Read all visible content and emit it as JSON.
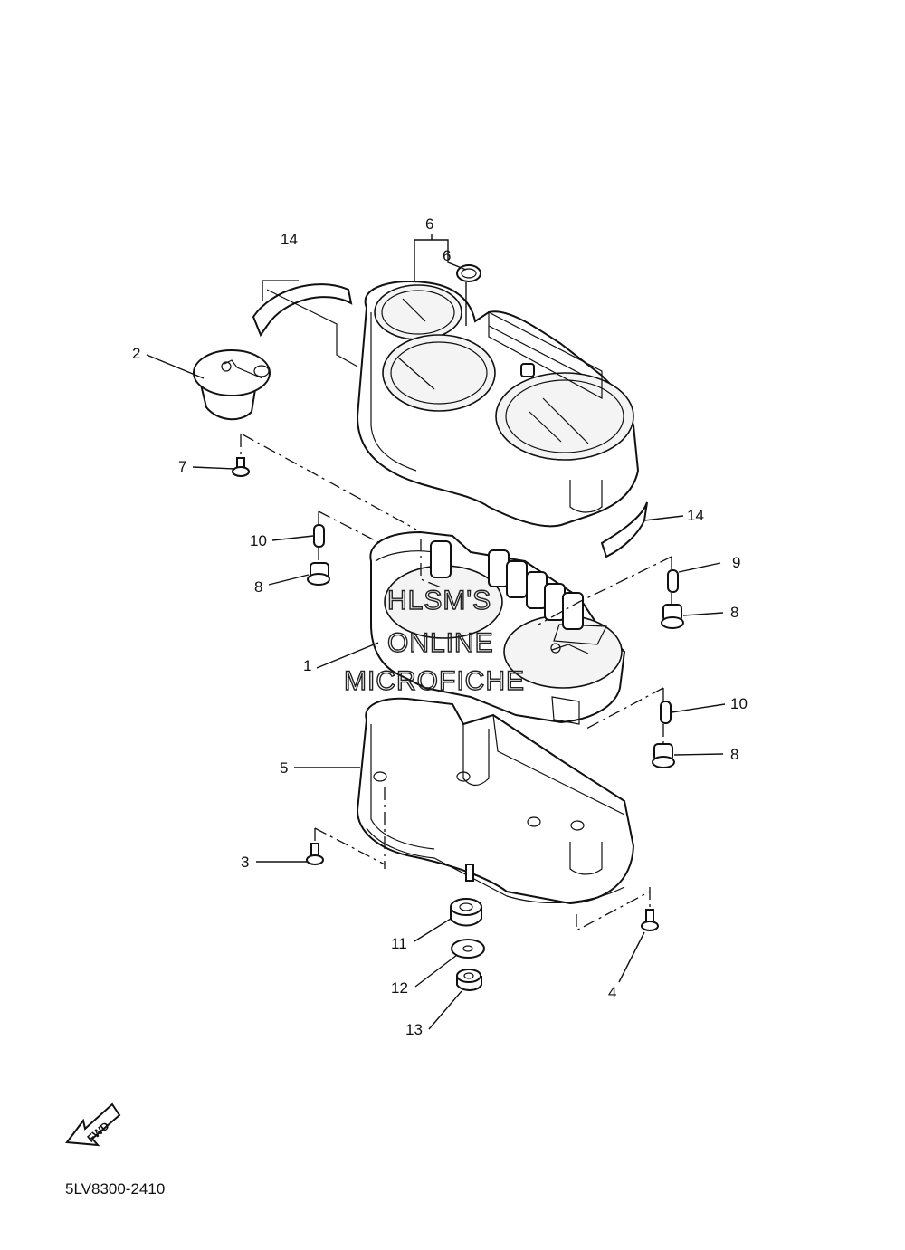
{
  "part_code": "5LV8300-2410",
  "fwd_label": "FWD",
  "watermark": [
    "HLSM'S",
    "ONLINE",
    "MICROFICHE"
  ],
  "callouts": [
    "1",
    "2",
    "3",
    "4",
    "5",
    "6",
    "6",
    "7",
    "8",
    "8",
    "8",
    "9",
    "10",
    "10",
    "11",
    "12",
    "13",
    "14",
    "14"
  ]
}
